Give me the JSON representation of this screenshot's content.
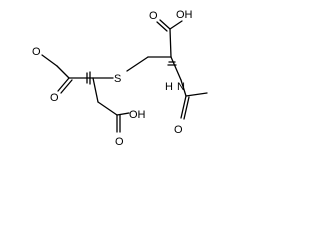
{
  "labels": {
    "acid_top_oh": "OH",
    "acid_top_o": "O",
    "ester_o": "O",
    "ester_carbonyl_o": "O",
    "sulfur": "S",
    "amide_n": "N",
    "amide_h": "H",
    "acid_bottom_o": "O",
    "acid_bottom_oh": "OH",
    "amide_carbonyl_o": "O"
  },
  "colors": {
    "bond": "#000000",
    "label": "#000000",
    "background": "#ffffff"
  }
}
